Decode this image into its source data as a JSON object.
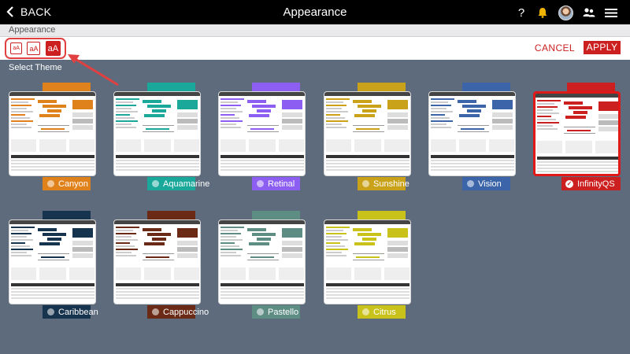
{
  "header": {
    "back_label": "BACK",
    "title": "Appearance"
  },
  "breadcrumb": "Appearance",
  "toolbar": {
    "font_sizes": [
      {
        "label": "aA",
        "size": "small"
      },
      {
        "label": "aA",
        "size": "medium"
      },
      {
        "label": "aA",
        "size": "large",
        "selected": true
      }
    ],
    "cancel_label": "CANCEL",
    "apply_label": "APPLY"
  },
  "section_title": "Select Theme",
  "themes": [
    {
      "name": "Canyon",
      "color": "#e0821c"
    },
    {
      "name": "Aquamarine",
      "color": "#1aa89b"
    },
    {
      "name": "Retinal",
      "color": "#8c5ff2"
    },
    {
      "name": "Sunshine",
      "color": "#c9a21a"
    },
    {
      "name": "Vision",
      "color": "#3b65a8"
    },
    {
      "name": "InfinityQS",
      "color": "#cc1f1f",
      "selected": true
    },
    {
      "name": "Caribbean",
      "color": "#17344f"
    },
    {
      "name": "Cappuccino",
      "color": "#6a2a16"
    },
    {
      "name": "Pastello",
      "color": "#5e8d84"
    },
    {
      "name": "Citrus",
      "color": "#c9c21a"
    }
  ],
  "icons": [
    "chevron-left-icon",
    "help-icon",
    "bell-icon",
    "avatar",
    "people-icon",
    "hamburger-menu-icon",
    "check-icon"
  ]
}
